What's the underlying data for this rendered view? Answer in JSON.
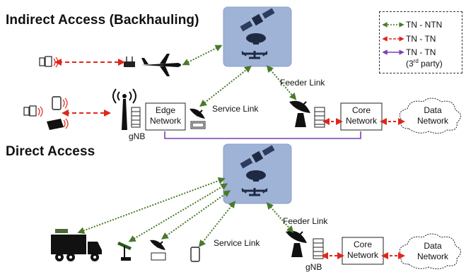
{
  "sections": {
    "indirect_title": "Indirect Access (Backhauling)",
    "direct_title": "Direct Access"
  },
  "labels": {
    "feeder_link_top": "Feeder Link",
    "service_link_top": "Service Link",
    "gnb_top": "gNB",
    "edge_network_1": "Edge",
    "edge_network_2": "Network",
    "core_network_top_1": "Core",
    "core_network_top_2": "Network",
    "data_network_top_1": "Data",
    "data_network_top_2": "Network",
    "feeder_link_bottom": "Feeder Link",
    "service_link_bottom": "Service Link",
    "gnb_bottom": "gNB",
    "core_network_bottom_1": "Core",
    "core_network_bottom_2": "Network",
    "data_network_bottom_1": "Data",
    "data_network_bottom_2": "Network"
  },
  "legend": {
    "items": [
      {
        "label": "TN - NTN",
        "color": "#4a7a2a"
      },
      {
        "label": "TN - TN",
        "color": "#e0261b"
      },
      {
        "label": "TN - TN",
        "color": "#7a3fb5"
      }
    ],
    "third_party_prefix": "(3",
    "third_party_sup": "rd",
    "third_party_suffix": " party)"
  },
  "colors": {
    "ntn_link": "#4a7a2a",
    "tn_link": "#e0261b",
    "third_party_link": "#7a3fb5",
    "satellite_panel": "#9fb3d6"
  }
}
